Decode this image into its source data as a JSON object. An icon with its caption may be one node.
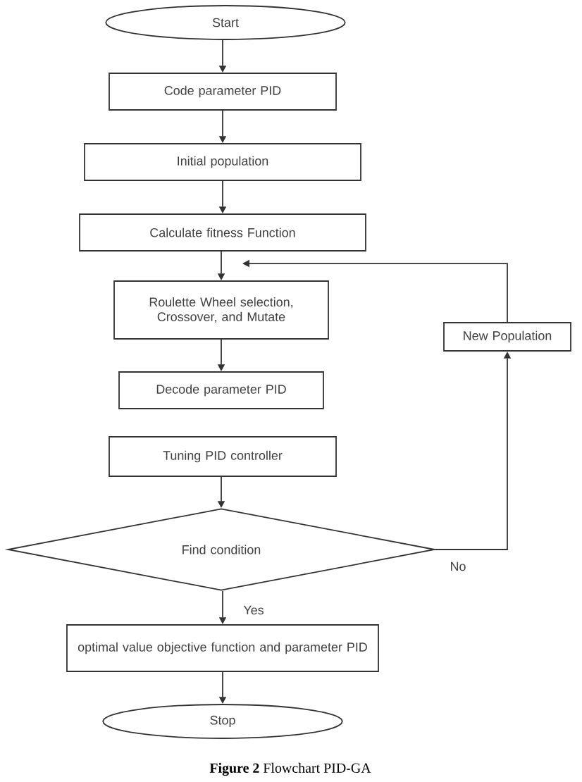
{
  "diagram": {
    "caption": "**Figure 2** Flowchart PID-GA",
    "nodes": [
      {
        "text": [
          "Start"
        ]
      },
      {
        "text": [
          "Code parameter PID"
        ]
      },
      {
        "text": [
          "Initial population"
        ]
      },
      {
        "text": [
          "Calculate fitness Function"
        ]
      },
      {
        "text": [
          "Roulette Wheel selection, Crossover, and Mutate"
        ]
      },
      {
        "text": [
          "Decode parameter PID"
        ]
      },
      {
        "text": [
          "New Population"
        ]
      },
      {
        "text": [
          "Tuning PID controller"
        ]
      },
      {
        "text": [
          "Find condition"
        ]
      },
      {
        "text": [
          "optimal value objective function and parameter PID"
        ]
      },
      {
        "text": [
          "Stop"
        ]
      }
    ],
    "edges": [
      {
        "from": 0,
        "to": 1,
        "arrow": "to"
      },
      {
        "from": 1,
        "to": 2,
        "arrow": "to"
      },
      {
        "from": 2,
        "to": 3,
        "arrow": "to"
      },
      {
        "from": 3,
        "to": 4,
        "arrow": "to"
      },
      {
        "from": 4,
        "to": 5,
        "arrow": "to"
      },
      {
        "from": 7,
        "to": 8,
        "arrow": "to"
      },
      {
        "from": 8,
        "to": 9,
        "arrow": "to",
        "label": "Yes"
      },
      {
        "from": 9,
        "to": 10,
        "arrow": "to"
      },
      {
        "from": 8,
        "to": 6,
        "arrow": "to",
        "label": "No"
      },
      {
        "from": 6,
        "to": 4,
        "arrow": "to"
      }
    ]
  }
}
